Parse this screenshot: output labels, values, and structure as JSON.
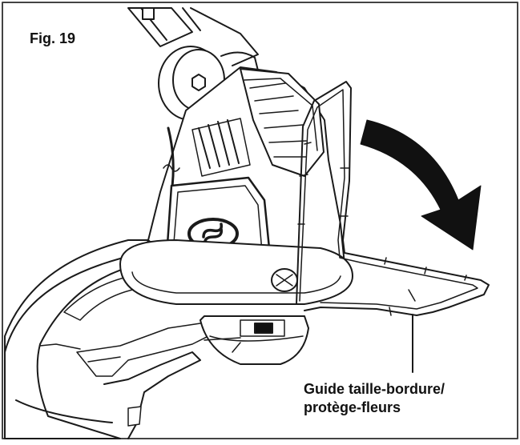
{
  "figure": {
    "label": "Fig. 19",
    "callout_line1": "Guide taille-bordure/",
    "callout_line2": "protège-fleurs"
  },
  "colors": {
    "line": "#1a1a1a",
    "arrow": "#111111",
    "background": "#ffffff"
  }
}
